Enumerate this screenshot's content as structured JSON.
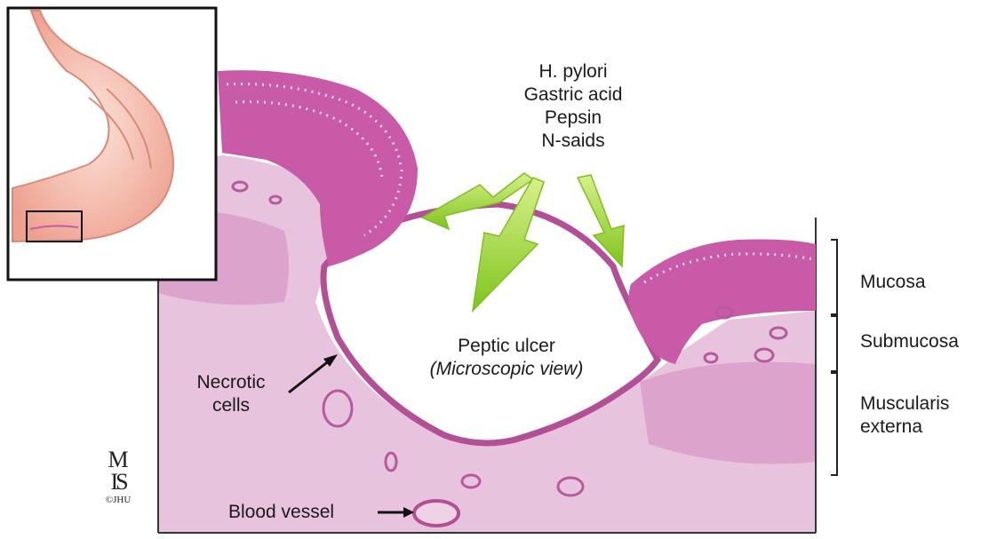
{
  "causes": [
    "H. pylori",
    "Gastric acid",
    "Pepsin",
    "N-saids"
  ],
  "ulcer": {
    "title": "Peptic ulcer",
    "subtitle": "(Microscopic view)"
  },
  "necrotic": [
    "Necrotic",
    "cells"
  ],
  "blood_vessel": "Blood vessel",
  "layers": {
    "mucosa": "Mucosa",
    "submucosa": "Submucosa",
    "muscularis": [
      "Muscularis",
      "externa"
    ]
  },
  "logo": {
    "mark_top": "M",
    "mark_bottom": "IS",
    "copyright": "©JHU"
  },
  "colors": {
    "tissue": "#e8bfdc",
    "mucosa": "#c45ba6",
    "arrow_green": "#8fce2a",
    "arrow_pink": "#c04f82",
    "stomach": "#f2b3a3"
  }
}
